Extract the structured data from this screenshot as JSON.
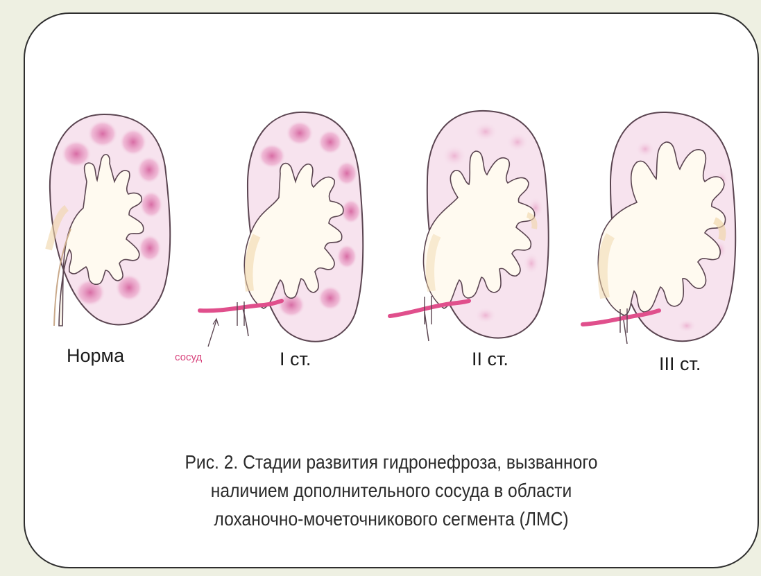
{
  "figure": {
    "stages": [
      {
        "label": "Норма"
      },
      {
        "label": "I ст."
      },
      {
        "label": "II ст."
      },
      {
        "label": "III ст."
      }
    ],
    "vessel_label": "сосуд",
    "caption_lines": [
      "Рис. 2. Стадии развития гидронефроза, вызванного",
      "наличием дополнительного сосуда в области",
      "лоханочно-мочеточникового сегмента (ЛМС)"
    ],
    "colors": {
      "outline": "#5a4450",
      "parenchyma": "#f7e3ee",
      "pyramid": "#e27fb0",
      "pelvis": "#fffaf0",
      "pelvis_shade": "#f6e2bd",
      "vessel": "#e04f8c"
    }
  }
}
